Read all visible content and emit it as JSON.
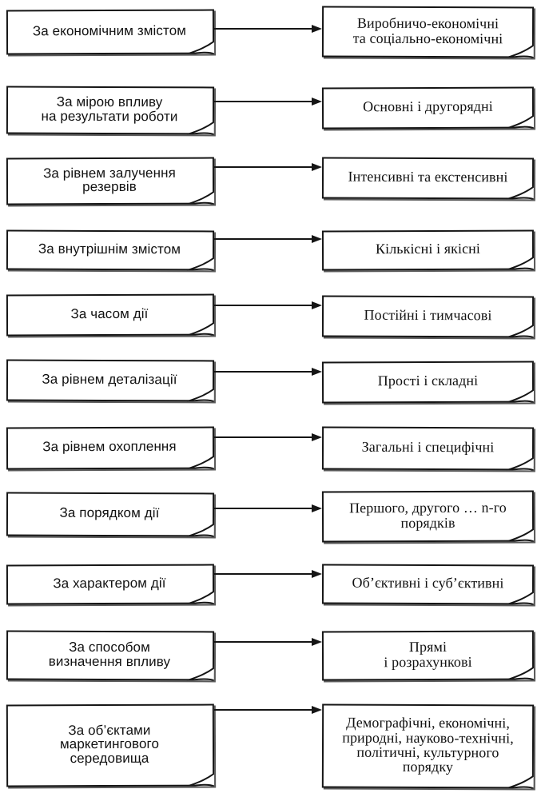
{
  "rows": [
    {
      "left": "За економічним змістом",
      "right": "Виробничо-економічні\nта соціально-економічні"
    },
    {
      "left": "За мірою впливу\nна результати роботи",
      "right": "Основні і другорядні"
    },
    {
      "left": "За рівнем залучення\nрезервів",
      "right": "Інтенсивні та екстенсивні"
    },
    {
      "left": "За внутрішнім змістом",
      "right": "Кількісні і якісні"
    },
    {
      "left": "За часом дії",
      "right": "Постійні і тимчасові"
    },
    {
      "left": "За рівнем деталізації",
      "right": "Прості і складні"
    },
    {
      "left": "За рівнем охоплення",
      "right": "Загальні і специфічні"
    },
    {
      "left": "За порядком дії",
      "right": "Першого, другого … n-го\nпорядків"
    },
    {
      "left": "За характером дії",
      "right": "Об’єктивні і суб’єктивні"
    },
    {
      "left": "За способом\nвизначення впливу",
      "right": "Прямі\nі розрахункові"
    },
    {
      "left": "За об’єктами\nмаркетингового\nсередовища",
      "right": "Демографічні, економічні,\nприродні, науково-технічні,\nполітичні, культурного\nпорядку"
    }
  ],
  "icons": {
    "arrow": "right-arrow-icon",
    "fold": "folded-corner-icon"
  },
  "colors": {
    "line": "#151515",
    "shadow": "#5a5a5a",
    "background": "#ffffff"
  }
}
